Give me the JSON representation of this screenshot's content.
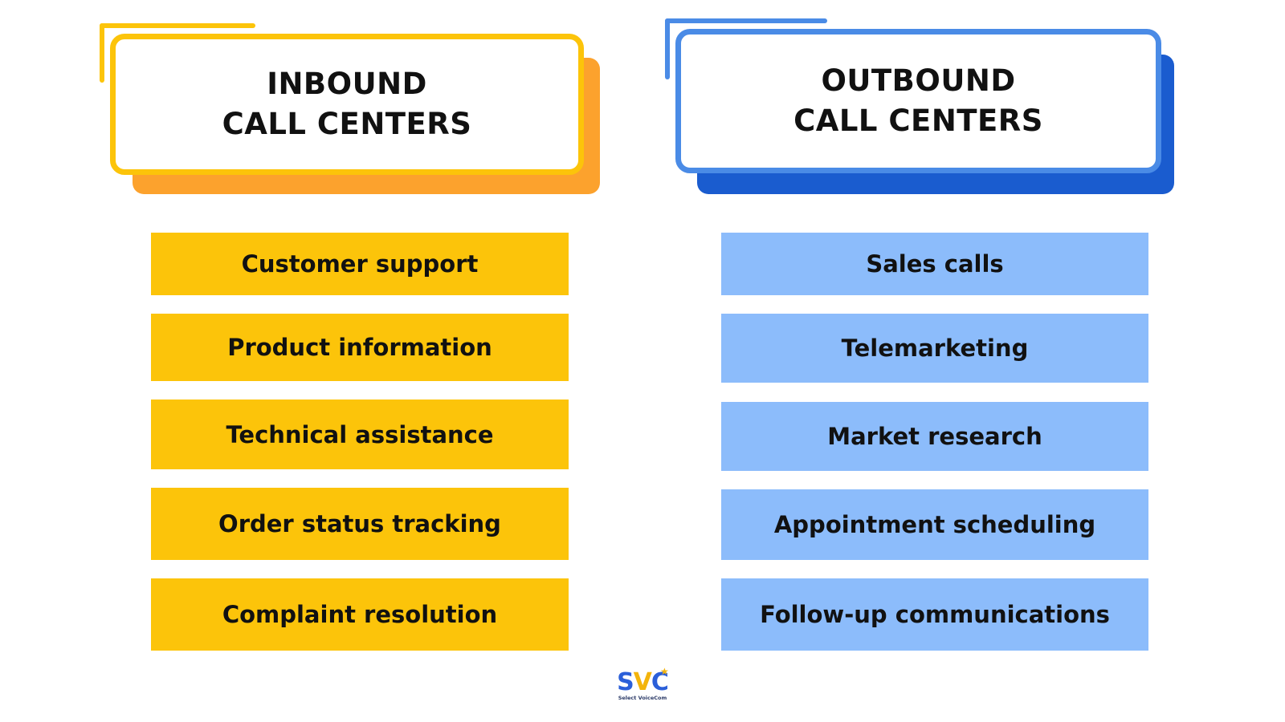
{
  "inbound": {
    "title_line1": "INBOUND",
    "title_line2": "CALL CENTERS",
    "border_color": "#fcc40a",
    "shadow_color": "#fca22d",
    "item_color": "#fcc40a",
    "items": [
      "Customer support",
      "Product information",
      "Technical assistance",
      "Order status tracking",
      "Complaint resolution"
    ]
  },
  "outbound": {
    "title_line1": "OUTBOUND",
    "title_line2": "CALL CENTERS",
    "border_color": "#4a8be6",
    "shadow_color": "#1a5ccf",
    "item_color": "#8cbcfb",
    "items": [
      "Sales calls",
      "Telemarketing",
      "Market research",
      "Appointment scheduling",
      "Follow-up communications"
    ]
  },
  "logo": {
    "mark_s": "S",
    "mark_v": "V",
    "mark_c": "C",
    "subtitle": "Select VoiceCom"
  }
}
